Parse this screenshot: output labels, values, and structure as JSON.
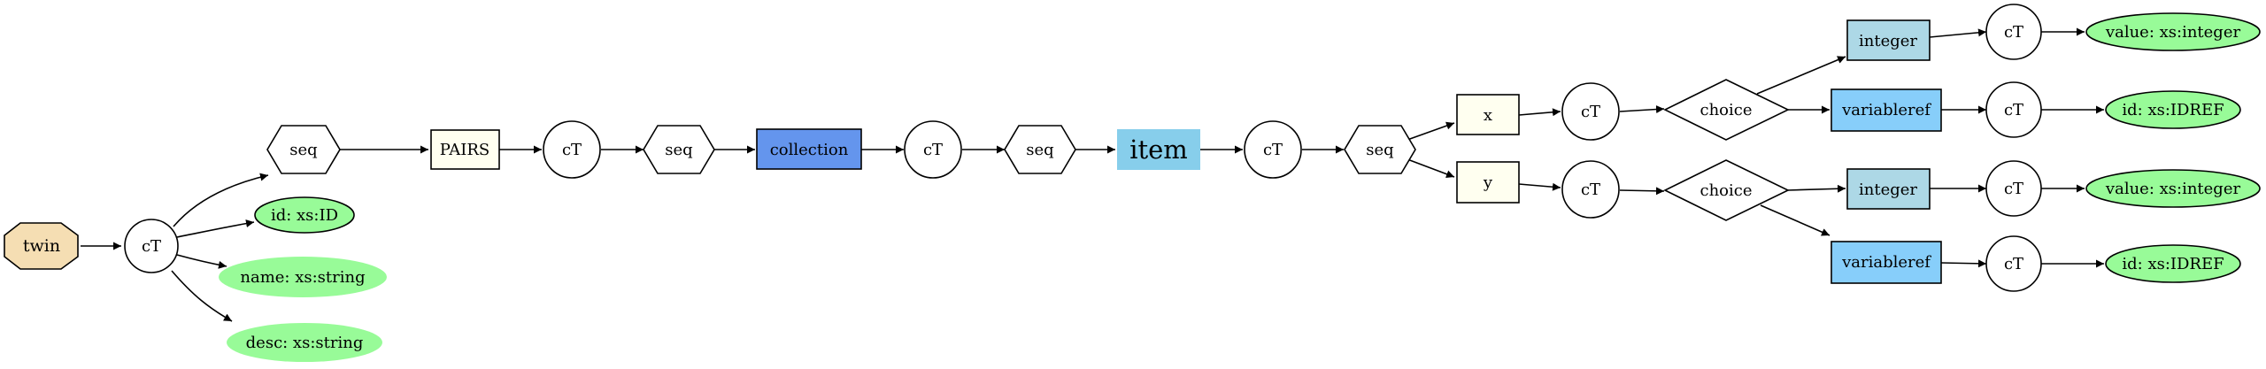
{
  "colors": {
    "twin": "#f5deb3",
    "attribute": "#98fb98",
    "element_light": "#fffff0",
    "collection": "#6495ed",
    "item": "#87ceeb",
    "integer": "#add8e6",
    "variableref": "#87cefa",
    "stroke": "#000000"
  },
  "nodes": {
    "twin": "twin",
    "ct": "cT",
    "seq": "seq",
    "choice": "choice",
    "pairs": "PAIRS",
    "collection": "collection",
    "item": "item",
    "x": "x",
    "y": "y",
    "integer": "integer",
    "variableref": "variableref",
    "id_xs_id": "id: xs:ID",
    "name_xs_string": "name: xs:string",
    "desc_xs_string": "desc: xs:string",
    "value_xs_integer": "value: xs:integer",
    "id_xs_idref": "id: xs:IDREF"
  },
  "icons": {
    "arrowhead": "arrowhead-icon"
  }
}
